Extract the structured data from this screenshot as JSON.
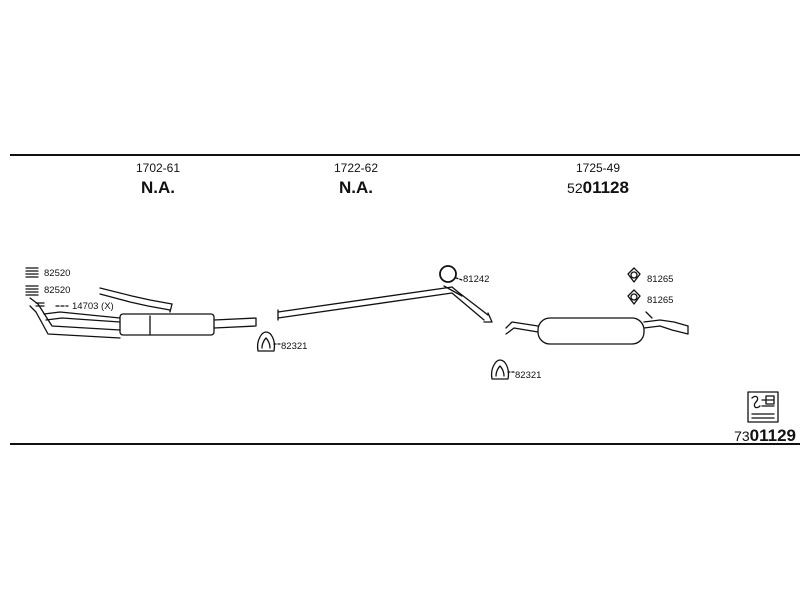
{
  "sections": [
    {
      "code": "1702-61",
      "value": "N.A."
    },
    {
      "code": "1722-62",
      "value": "N.A."
    },
    {
      "code": "1725-49",
      "prefix": "52",
      "value": "01128"
    }
  ],
  "parts": {
    "p1": "82520",
    "p2": "82520",
    "p3": "14703 (X)",
    "p4": "82321",
    "p5": "81242",
    "p6": "82321",
    "p7": "81265",
    "p8": "81265"
  },
  "reference": {
    "prefix": "73",
    "number": "01129"
  },
  "icons": [
    "gasket-stack-icon",
    "gasket-stack-icon",
    "gasket-icon",
    "clamp-icon",
    "ring-icon",
    "clamp-icon",
    "flange-gasket-icon",
    "flange-gasket-icon",
    "document-icon"
  ]
}
